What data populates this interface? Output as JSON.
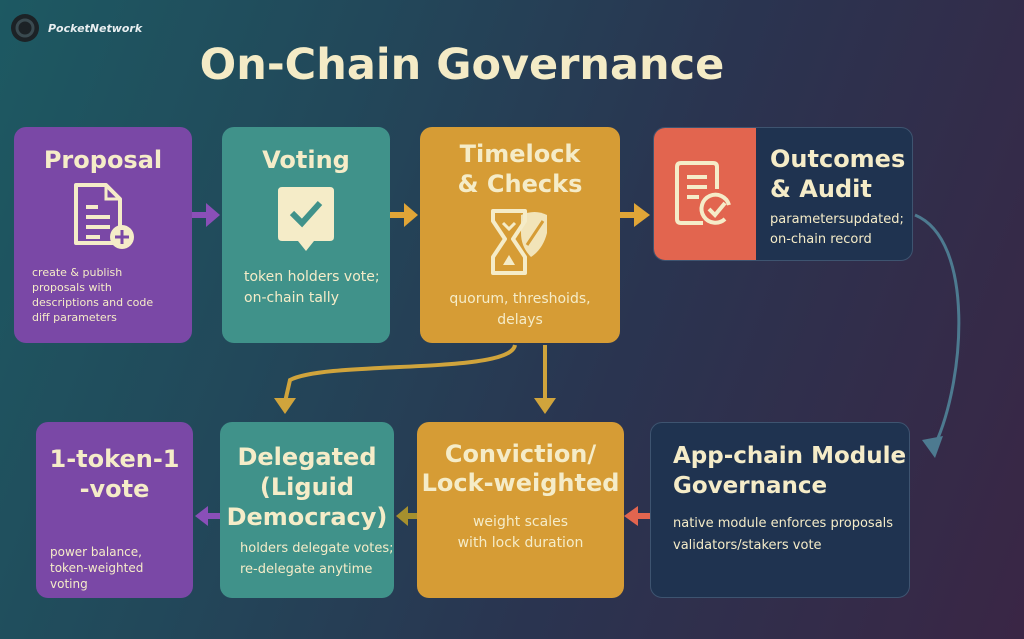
{
  "brand": "PocketNetwork",
  "title": "On-Chain Governance",
  "top_row": [
    {
      "title": "Proposal",
      "desc": "create & publish proposals with descriptions and code diff parameters",
      "icon": "document-plus-icon"
    },
    {
      "title": "Voting",
      "desc": "token holders vote; on-chain tally",
      "icon": "check-bubble-icon"
    },
    {
      "title_1": "Timelock",
      "title_2": "& Checks",
      "desc_1": "quorum, threshoids,",
      "desc_2": "delays",
      "icon": "hourglass-shield-icon"
    },
    {
      "title_1": "Outcomes",
      "title_2": "& Audit",
      "desc_1": "parametersupdated;",
      "desc_2": "on-chain record",
      "icon": "document-check-icon"
    }
  ],
  "bottom_row": [
    {
      "title_1": "1-token-1",
      "title_2": "-vote",
      "desc": "power balance, token-weighted voting"
    },
    {
      "title_1": "Delegated",
      "title_2": "(Liguid",
      "title_3": "Democracy)",
      "desc_1": "holders delegate votes;",
      "desc_2": "re-delegate anytime"
    },
    {
      "title_1": "Conviction/",
      "title_2": "Lock-weighted",
      "desc_1": "weight scales",
      "desc_2": "with lock duration"
    },
    {
      "title_1": "App-chain Module",
      "title_2": "Governance",
      "desc_1": "native module enforces proposals",
      "desc_2": "validators/stakers vote"
    }
  ],
  "colors": {
    "purple": "#7a48a6",
    "teal": "#40928a",
    "gold": "#d69c35",
    "coral": "#e2654f",
    "navy": "#1f3350"
  }
}
